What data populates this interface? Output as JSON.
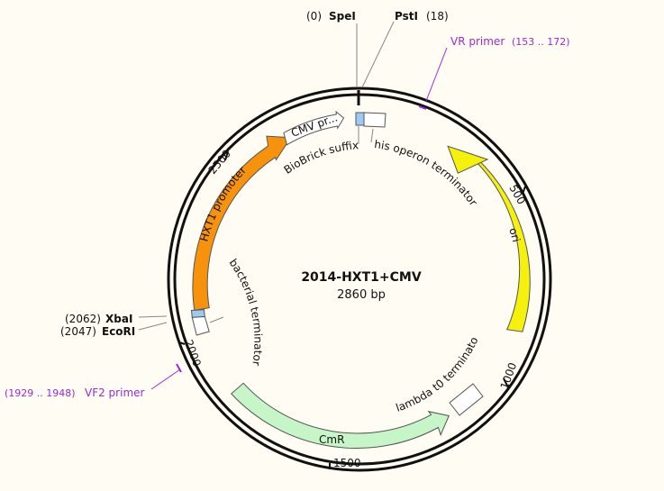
{
  "plasmid": {
    "name": "2014-HXT1+CMV",
    "length": "2860 bp"
  },
  "sites": {
    "spei": {
      "pos": "(0)",
      "name": "SpeI"
    },
    "psti": {
      "name": "PstI",
      "pos": "(18)"
    },
    "xbai": {
      "pos": "(2062)",
      "name": "XbaI"
    },
    "ecori": {
      "pos": "(2047)",
      "name": "EcoRI"
    }
  },
  "primers": {
    "vr": {
      "name": "VR primer",
      "range": "(153 .. 172)"
    },
    "vf2": {
      "range": "(1929 .. 1948)",
      "name": "VF2 primer"
    }
  },
  "features": {
    "cmv": "CMV pr...",
    "biobrick_suffix": "BioBrick suffix",
    "his_terminator": "his operon terminator",
    "ori": "ori",
    "hxt1": "HXT1 promoter",
    "bacterial_terminator": "bacterial terminator",
    "lambda_terminator": "lambda t0 terminator",
    "cmr": "CmR"
  },
  "ticks": {
    "t500": "500",
    "t1000": "1000",
    "t1500": "1500",
    "t2000": "2000",
    "t2500": "2500"
  },
  "colors": {
    "background": "#fffcf4",
    "hxt1": "#f7920c",
    "ori": "#f6f10c",
    "cmr": "#c6f5c8",
    "biobrick": "#9dcaf5",
    "primer": "#9a2bd6"
  }
}
